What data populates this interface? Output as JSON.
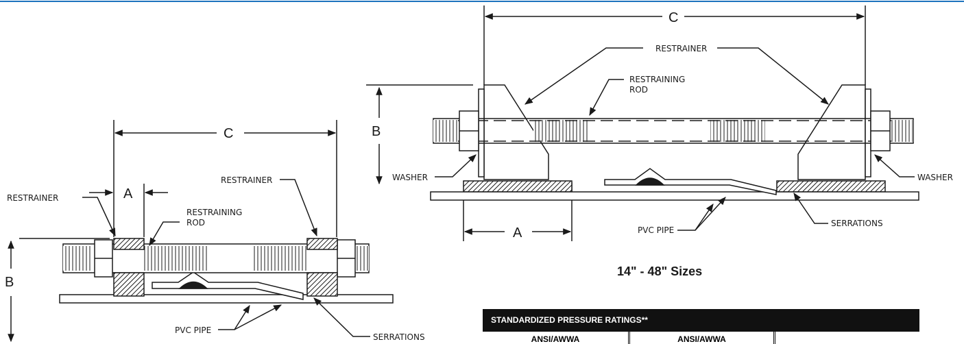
{
  "left_drawing": {
    "dim_a": "A",
    "dim_b": "B",
    "dim_c": "C",
    "label_restrainer_left": "RESTRAINER",
    "label_restrainer_right": "RESTRAINER",
    "label_rod_line1": "RESTRAINING",
    "label_rod_line2": "ROD",
    "label_pvc_pipe": "PVC PIPE",
    "label_serrations": "SERRATIONS"
  },
  "right_drawing": {
    "dim_a": "A",
    "dim_b": "B",
    "dim_c": "C",
    "label_restrainer": "RESTRAINER",
    "label_rod_line1": "RESTRAINING",
    "label_rod_line2": "ROD",
    "label_washer_left": "WASHER",
    "label_washer_right": "WASHER",
    "label_pvc_pipe": "PVC PIPE",
    "label_serrations": "SERRATIONS",
    "caption": "14\" - 48\" Sizes"
  },
  "ratings_table": {
    "header": "STANDARDIZED PRESSURE RATINGS**",
    "columns": [
      "ANSI/AWWA",
      "ANSI/AWWA",
      ""
    ]
  },
  "colors": {
    "line": "#1a1a1a",
    "top_rule": "#1e73be",
    "table_header_bg": "#111111",
    "table_header_text": "#ffffff"
  }
}
